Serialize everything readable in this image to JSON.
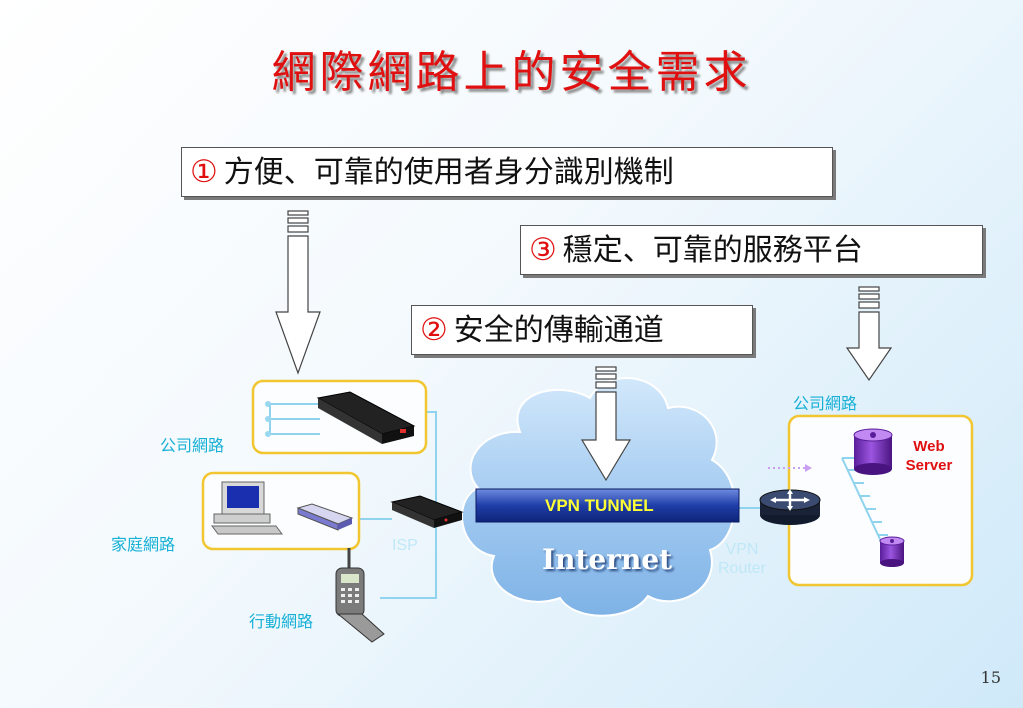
{
  "title": "網際網路上的安全需求",
  "requirements": [
    {
      "number": "①",
      "text": "方便、可靠的使用者身分識別機制"
    },
    {
      "number": "②",
      "text": "安全的傳輸通道"
    },
    {
      "number": "③",
      "text": "穩定、可靠的服務平台"
    }
  ],
  "labels": {
    "company_network_left": "公司網路",
    "home_network": "家庭網路",
    "mobile_network": "行動網路",
    "isp": "ISP",
    "internet": "Internet",
    "vpn_tunnel": "VPN  TUNNEL",
    "vpn_router_line1": "VPN",
    "vpn_router_line2": "Router",
    "company_network_right": "公司網路",
    "web_server_line1": "Web",
    "web_server_line2": "Server"
  },
  "page_number": "15",
  "colors": {
    "title": "#e01010",
    "label_cyan": "#16b0d6",
    "group_border": "#f2c630",
    "cloud": "#9dc7f0",
    "tunnel": "#1f3ea8",
    "tunnel_text": "#ffff33"
  }
}
